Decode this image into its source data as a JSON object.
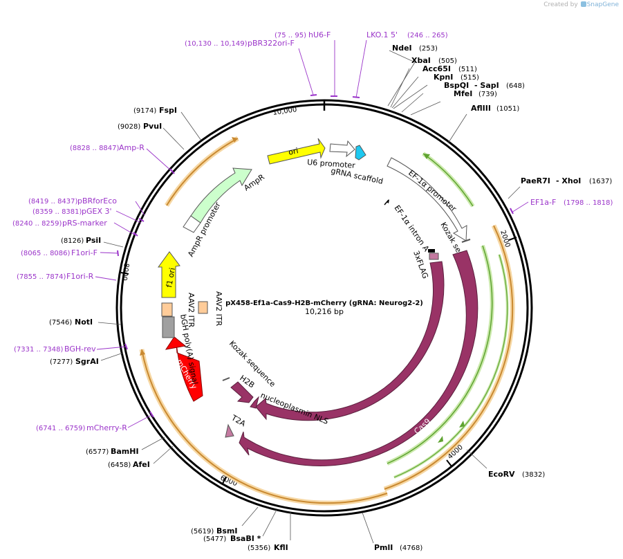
{
  "credit": {
    "prefix": "Created by",
    "brand": "SnapGene"
  },
  "plasmid": {
    "name": "pX458-Ef1a-Cas9-H2B-mCherry (gRNA: Neurog2-2)",
    "size_label": "10,216 bp",
    "length": 10216
  },
  "ticks": [
    {
      "label": "10,000",
      "pos": 10000
    },
    {
      "label": "2000",
      "pos": 2000
    },
    {
      "label": "4000",
      "pos": 4000
    },
    {
      "label": "6000",
      "pos": 6000
    },
    {
      "label": "8000",
      "pos": 8000
    }
  ],
  "enzymes": [
    {
      "name": "NdeI",
      "pos": "(253)",
      "bp": 253
    },
    {
      "name": "XbaI",
      "pos": "(505)",
      "bp": 505
    },
    {
      "name": "Acc65I",
      "pos": "(511)",
      "bp": 511
    },
    {
      "name": "KpnI",
      "pos": "(515)",
      "bp": 515
    },
    {
      "name": "BspQI",
      "name2": "- SapI",
      "pos": "(648)",
      "bp": 648
    },
    {
      "name": "MfeI",
      "pos": "(739)",
      "bp": 739
    },
    {
      "name": "AflIII",
      "pos": "(1051)",
      "bp": 1051
    },
    {
      "name": "PaeR7I",
      "name2": "- XhoI",
      "pos": "(1637)",
      "bp": 1637
    },
    {
      "name": "EcoRV",
      "pos": "(3832)",
      "bp": 3832
    },
    {
      "name": "PmlI",
      "pos": "(4768)",
      "bp": 4768
    },
    {
      "name": "KflI",
      "pos": "(5356)",
      "bp": 5356
    },
    {
      "name": "BsaBI *",
      "pos": "(5477)",
      "bp": 5477
    },
    {
      "name": "BsmI",
      "pos": "(5619)",
      "bp": 5619
    },
    {
      "name": "AfeI",
      "pos": "(6458)",
      "bp": 6458
    },
    {
      "name": "BamHI",
      "pos": "(6577)",
      "bp": 6577
    },
    {
      "name": "SgrAI",
      "pos": "(7277)",
      "bp": 7277
    },
    {
      "name": "NotI",
      "pos": "(7546)",
      "bp": 7546
    },
    {
      "name": "PsiI",
      "pos": "(8126)",
      "bp": 8126
    },
    {
      "name": "PvuI",
      "pos": "(9028)",
      "bp": 9028
    },
    {
      "name": "FspI",
      "pos": "(9174)",
      "bp": 9174
    }
  ],
  "primers": [
    {
      "name": "hU6-F",
      "pos": "(75 .. 95)",
      "bp": 85
    },
    {
      "name": "LKO.1 5'",
      "pos": "(246 .. 265)",
      "bp": 255
    },
    {
      "name": "pBR322ori-F",
      "pos": "(10,130 .. 10,149)",
      "bp": 10140
    },
    {
      "name": "EF1a-F",
      "pos": "(1798 .. 1818)",
      "bp": 1808
    },
    {
      "name": "Amp-R",
      "pos": "(8828 .. 8847)",
      "bp": 8838
    },
    {
      "name": "pBRforEco",
      "pos": "(8419 .. 8437)",
      "bp": 8428
    },
    {
      "name": "pGEX 3'",
      "pos": "(8359 .. 8381)",
      "bp": 8370
    },
    {
      "name": "pRS-marker",
      "pos": "(8240 .. 8259)",
      "bp": 8250
    },
    {
      "name": "F1ori-F",
      "pos": "(8065 .. 8086)",
      "bp": 8075
    },
    {
      "name": "F1ori-R",
      "pos": "(7855 .. 7874)",
      "bp": 7865
    },
    {
      "name": "BGH-rev",
      "pos": "(7331 .. 7348)",
      "bp": 7340
    },
    {
      "name": "mCherry-R",
      "pos": "(6741 .. 6759)",
      "bp": 6750
    }
  ],
  "features": [
    {
      "name": "ori",
      "color": "#ffff00"
    },
    {
      "name": "U6 promoter",
      "color": "#ffffff"
    },
    {
      "name": "gRNA scaffold",
      "color": "#1ec8f0"
    },
    {
      "name": "EF-1α promoter",
      "color": "#ffffff"
    },
    {
      "name": "EF-1α intron A",
      "color": "#ffffff"
    },
    {
      "name": "Kozak sequence",
      "color": "#ffffff"
    },
    {
      "name": "3xFLAG",
      "color": "#c47aa0"
    },
    {
      "name": "Cas9",
      "color": "#993366"
    },
    {
      "name": "Cas9",
      "color": "#993366"
    },
    {
      "name": "nucleoplasmin NLS",
      "color": "#993366"
    },
    {
      "name": "T2A",
      "color": "#c47aa0"
    },
    {
      "name": "H2B",
      "color": "#993366"
    },
    {
      "name": "Kozak sequence",
      "color": "#ffffff"
    },
    {
      "name": "mCherry",
      "color": "#ff0000"
    },
    {
      "name": "bGH poly(A) signal",
      "color": "#a0a0a0"
    },
    {
      "name": "AAV2 ITR",
      "color": "#ffcc99"
    },
    {
      "name": "AAV2 ITR",
      "color": "#ffcc99"
    },
    {
      "name": "f1 ori",
      "color": "#ffff00"
    },
    {
      "name": "AmpR promoter",
      "color": "#ffffff"
    },
    {
      "name": "AmpR",
      "color": "#ccffcc"
    }
  ],
  "colors": {
    "backbone": "#000000",
    "primer": "#9a33c9",
    "orf_orange": "#e8a54a",
    "orf_green": "#79c142"
  }
}
